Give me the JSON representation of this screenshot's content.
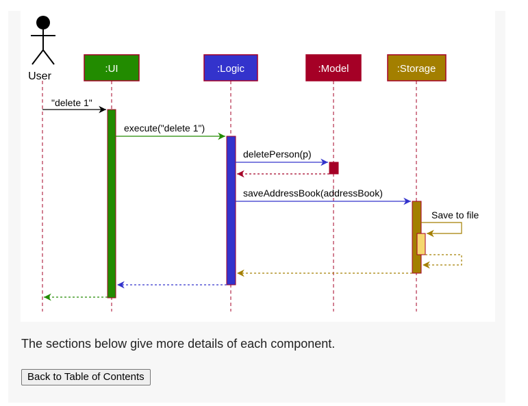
{
  "diagram": {
    "actor": {
      "label": "User"
    },
    "participants": [
      {
        "label": ":UI",
        "color": "#228b00"
      },
      {
        "label": ":Logic",
        "color": "#3333cc"
      },
      {
        "label": ":Model",
        "color": "#a50026"
      },
      {
        "label": ":Storage",
        "color": "#a37f00"
      }
    ],
    "messages": {
      "m1": "\"delete 1\"",
      "m2": "execute(\"delete 1\")",
      "m3": "deletePerson(p)",
      "m4": "saveAddressBook(addressBook)",
      "m5": "Save to file"
    },
    "colors": {
      "lifeline": "#a50026",
      "ui": "#228b00",
      "logic": "#3333cc",
      "model": "#a50026",
      "storage": "#a37f00",
      "file_box": "#f5d76e"
    }
  },
  "content": {
    "caption": "The sections below give more details of each component.",
    "back_button": "Back to Table of Contents"
  }
}
